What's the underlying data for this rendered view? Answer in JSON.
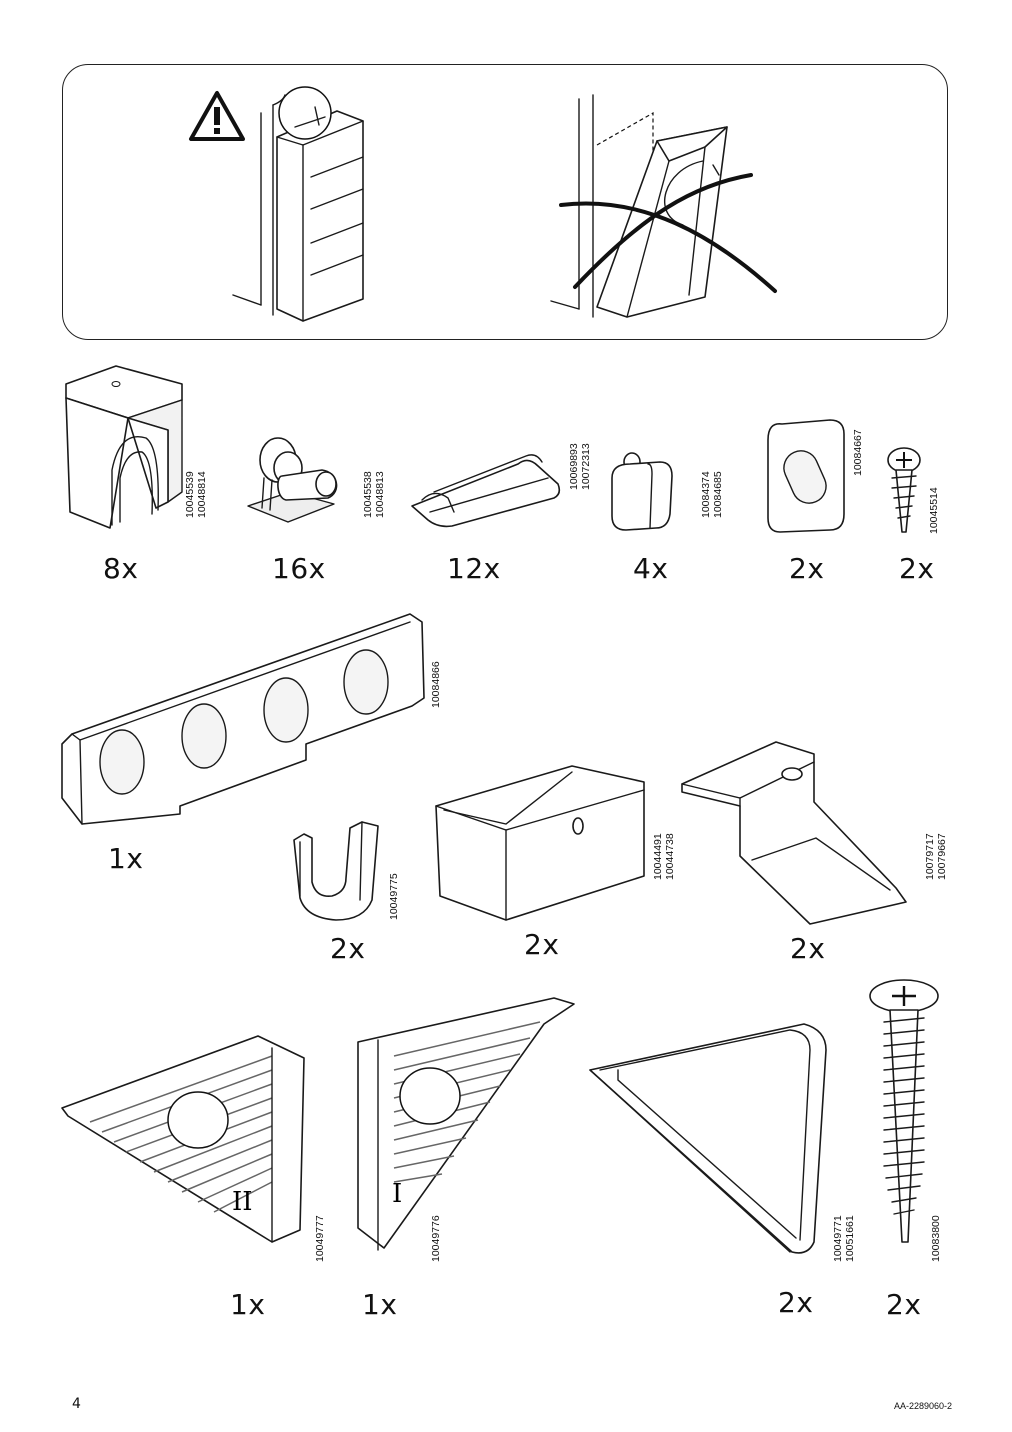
{
  "page": {
    "page_number": "4",
    "doc_ref": "AA-2289060-2"
  },
  "warning": {
    "icon": "warning-triangle-icon"
  },
  "parts": [
    {
      "id": "p1",
      "codes": [
        "10045539",
        "10048814"
      ],
      "qty": "8x"
    },
    {
      "id": "p2",
      "codes": [
        "10045538",
        "10048813"
      ],
      "qty": "16x"
    },
    {
      "id": "p3",
      "codes": [
        "10069893",
        "10072313"
      ],
      "qty": "12x"
    },
    {
      "id": "p4",
      "codes": [
        "10084374",
        "10084685"
      ],
      "qty": "4x"
    },
    {
      "id": "p5",
      "codes": [
        "10084667"
      ],
      "qty": "2x"
    },
    {
      "id": "p6",
      "codes": [
        "10045514"
      ],
      "qty": "2x"
    },
    {
      "id": "p7",
      "codes": [
        "10084866"
      ],
      "qty": "1x"
    },
    {
      "id": "p8",
      "codes": [
        "10049775"
      ],
      "qty": "2x"
    },
    {
      "id": "p9",
      "codes": [
        "10044491",
        "10044738"
      ],
      "qty": "2x"
    },
    {
      "id": "p10",
      "codes": [
        "10079717",
        "10079667"
      ],
      "qty": "2x"
    },
    {
      "id": "p11",
      "codes": [
        "10049777"
      ],
      "qty": "1x",
      "mark": "II"
    },
    {
      "id": "p12",
      "codes": [
        "10049776"
      ],
      "qty": "1x",
      "mark": "I"
    },
    {
      "id": "p13",
      "codes": [
        "10049771",
        "10051661"
      ],
      "qty": "2x"
    },
    {
      "id": "p14",
      "codes": [
        "10083800"
      ],
      "qty": "2x"
    }
  ]
}
